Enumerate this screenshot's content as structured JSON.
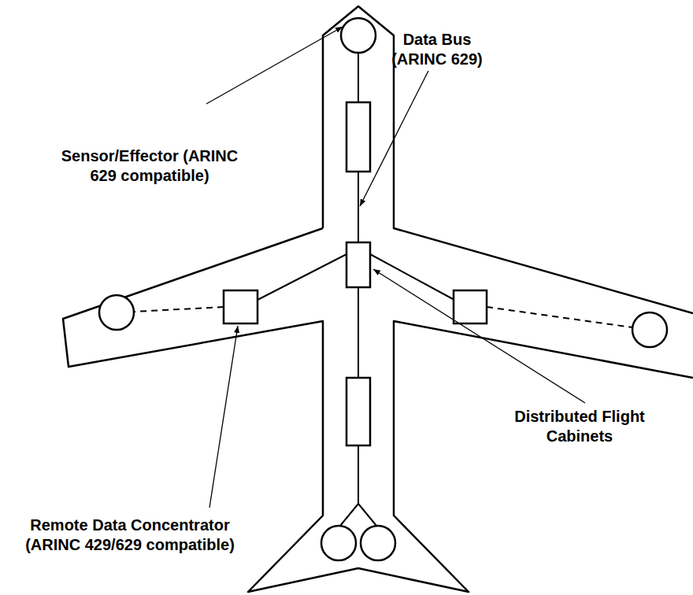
{
  "diagram": {
    "labels": [
      "Sensor/Effector (ARINC 629 compatible)",
      "Data Bus (ARINC 629)",
      "Remote Data Concentrator (ARINC 429/629 compatible)",
      "Distributed Flight Cabinets"
    ]
  }
}
